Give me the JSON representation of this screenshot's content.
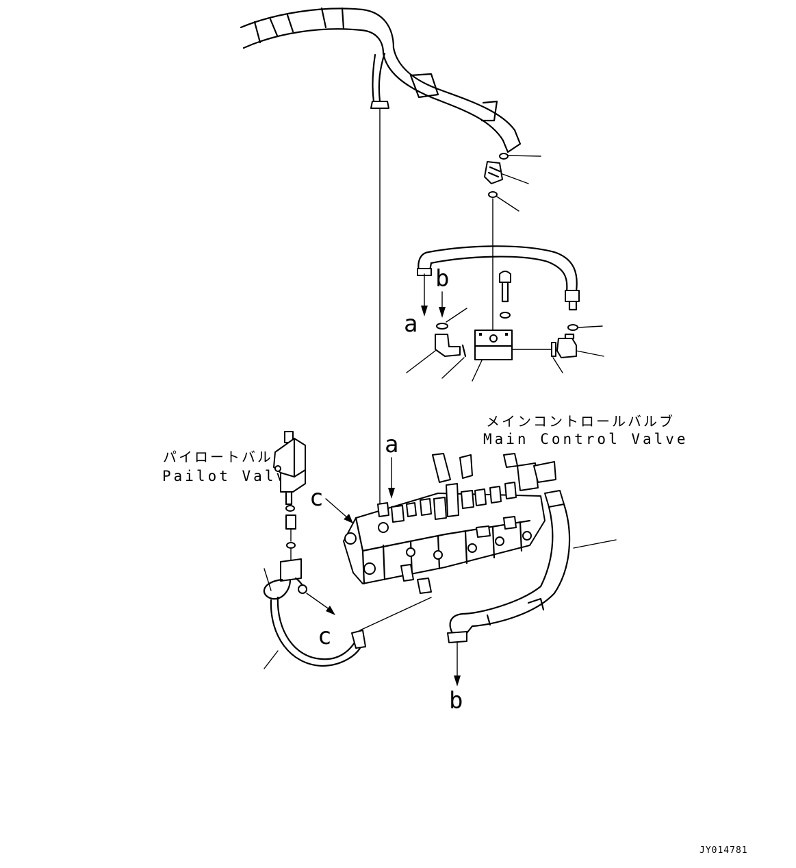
{
  "labels": {
    "a_top": "a",
    "b_top": "b",
    "a_main": "a",
    "c_left": "c",
    "c_bottom": "c",
    "b_bottom": "b"
  },
  "main_control_valve": {
    "jp": "メインコントロールバルブ",
    "en": "Main Control Valve"
  },
  "pilot_valve": {
    "jp": "パイロートバルブ",
    "en": "Pailot Valve"
  },
  "drawing_code": "JY014781"
}
